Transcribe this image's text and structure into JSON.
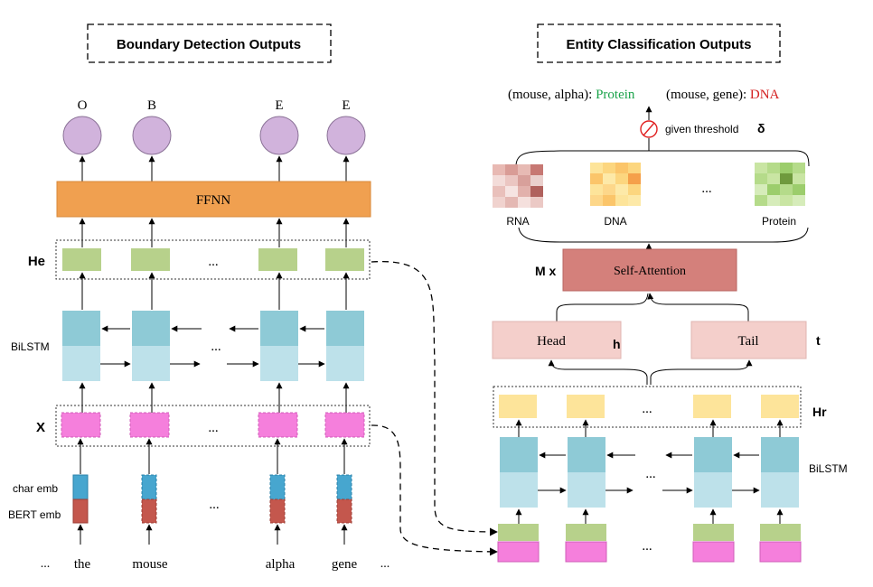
{
  "left_panel": {
    "title": "Boundary Detection Outputs",
    "output_labels": [
      "O",
      "B",
      "E",
      "E"
    ],
    "ffnn_label": "FFNN",
    "he_label": "He",
    "bilstm_label": "BiLSTM",
    "x_label": "X",
    "char_emb_label": "char emb",
    "bert_emb_label": "BERT emb",
    "ellipsis": "...",
    "tokens": [
      "the",
      "mouse",
      "alpha",
      "gene"
    ]
  },
  "right_panel": {
    "title": "Entity Classification Outputs",
    "out_pair1": "(mouse, alpha): ",
    "out_type1": "Protein",
    "out_pair2": "(mouse, gene): ",
    "out_type2": "DNA",
    "threshold_text": "given threshold",
    "threshold_symbol": "δ",
    "matrix_labels": [
      "RNA",
      "DNA",
      "Protein"
    ],
    "ellipsis": "...",
    "mx_label": "M x",
    "self_attention_label": "Self-Attention",
    "head_label": "Head",
    "h_label": "h",
    "tail_label": "Tail",
    "t_label": "t",
    "hr_label": "Hr",
    "bilstm_label": "BiLSTM"
  },
  "colors": {
    "output_circle": "#d1b3dc",
    "ffnn": "#f0a050",
    "green_block": "#b7d18b",
    "lstm_top": "#8ecad6",
    "lstm_bottom": "#bde1ea",
    "pink_block": "#f57fdc",
    "char_emb": "#47a6cf",
    "bert_emb": "#c4574d",
    "yellow_block": "#fde49a",
    "self_attention": "#d4807b",
    "head_tail": "#f4cfcb",
    "protein_text": "#1aa34a",
    "dna_text": "#d42020",
    "threshold_icon": "#e02020"
  }
}
